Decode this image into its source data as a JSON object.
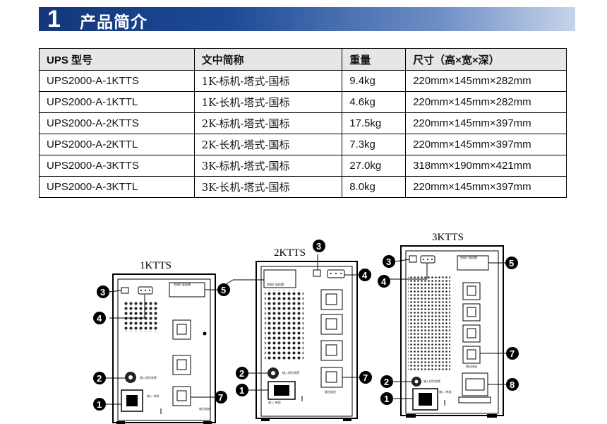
{
  "section": {
    "number": "1",
    "title": "产品简介"
  },
  "table": {
    "headers": [
      "UPS 型号",
      "文中简称",
      "重量",
      "尺寸（高×宽×深）"
    ],
    "rows": [
      [
        "UPS2000-A-1KTTS",
        "1K-标机-塔式-国标",
        "9.4kg",
        "220mm×145mm×282mm"
      ],
      [
        "UPS2000-A-1KTTL",
        "1K-长机-塔式-国标",
        "4.6kg",
        "220mm×145mm×282mm"
      ],
      [
        "UPS2000-A-2KTTS",
        "2K-标机-塔式-国标",
        "17.5kg",
        "220mm×145mm×397mm"
      ],
      [
        "UPS2000-A-2KTTL",
        "2K-长机-塔式-国标",
        "7.3kg",
        "220mm×145mm×397mm"
      ],
      [
        "UPS2000-A-3KTTS",
        "3K-标机-塔式-国标",
        "27.0kg",
        "318mm×190mm×421mm"
      ],
      [
        "UPS2000-A-3KTTL",
        "3K-长机-塔式-国标",
        "8.0kg",
        "220mm×145mm×397mm"
      ]
    ]
  },
  "figure": {
    "models": [
      "1KTTS",
      "2KTTS",
      "3KTTS"
    ],
    "callouts": [
      "1",
      "2",
      "3",
      "4",
      "5",
      "7",
      "8"
    ],
    "panel_text": {
      "card_slot": "智能扩展插槽",
      "breaker": "输入保险装置",
      "input": "输入-单相",
      "output": "输出插座"
    }
  }
}
